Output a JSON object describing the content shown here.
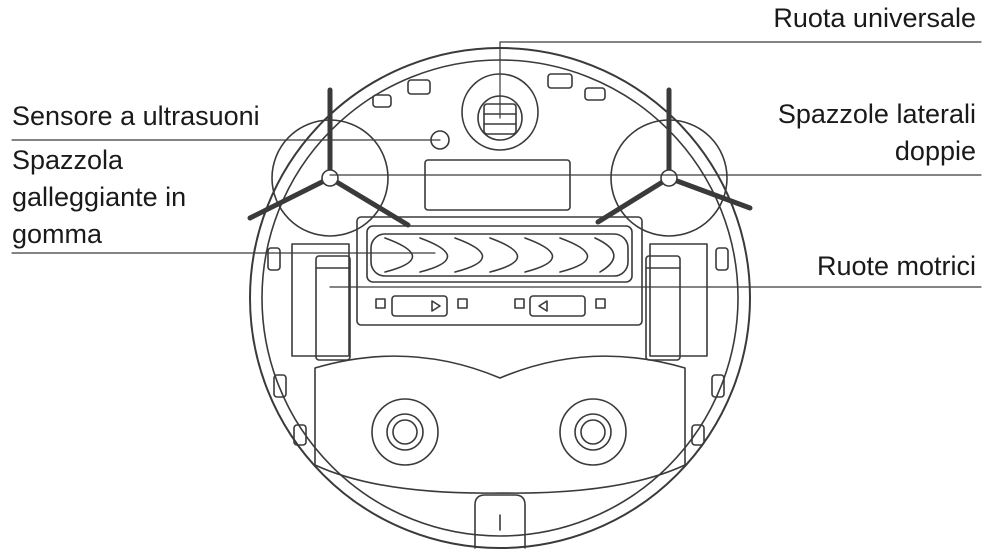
{
  "diagram": {
    "line_color": "#3a3a3a",
    "labels": {
      "universal_wheel": [
        "Ruota universale"
      ],
      "ultrasonic_sensor": [
        "Sensore a ultrasuoni"
      ],
      "side_brushes": [
        "Spazzole laterali",
        "doppie"
      ],
      "rubber_brush": [
        "Spazzola",
        "galleggiante in",
        "gomma"
      ],
      "drive_wheels": [
        "Ruote motrici"
      ]
    }
  }
}
